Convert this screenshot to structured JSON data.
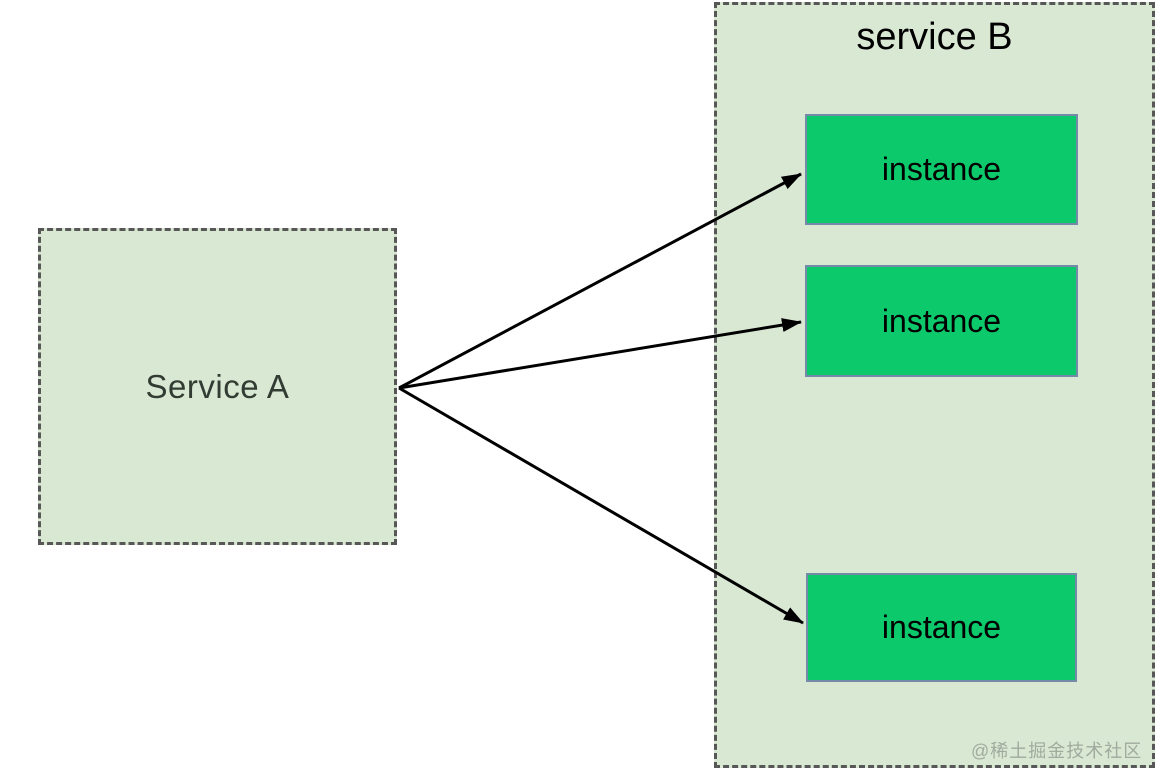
{
  "service_a": {
    "label": "Service A"
  },
  "service_b": {
    "title": "service B",
    "instances": [
      {
        "label": "instance"
      },
      {
        "label": "instance"
      },
      {
        "label": "instance"
      }
    ]
  },
  "connections": [
    {
      "from": "service-a",
      "to": "instance-1"
    },
    {
      "from": "service-a",
      "to": "instance-2"
    },
    {
      "from": "service-a",
      "to": "instance-3"
    }
  ],
  "watermark": "@稀土掘金技术社区",
  "colors": {
    "page_background": "#ffffff",
    "container_fill": "#d9e8d3",
    "container_border": "#575757",
    "instance_fill": "#0cc96b",
    "instance_border": "#7589a9",
    "arrow": "#000000",
    "service_b_title_text": "#000000",
    "service_a_text": "#323c32",
    "instance_text": "#000000",
    "watermark_text": "#8c968c"
  }
}
